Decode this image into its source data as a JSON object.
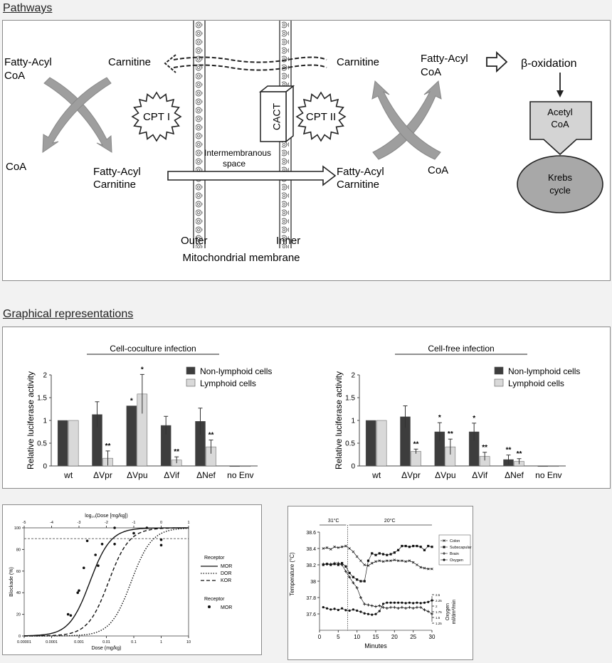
{
  "sections": {
    "pathways_title": "Pathways",
    "graphical_title": "Graphical representations"
  },
  "pathway": {
    "fatty_acyl_coa_left": [
      "Fatty-Acyl",
      "CoA"
    ],
    "coa_left": "CoA",
    "carnitine_left": "Carnitine",
    "carnitine_right": "Carnitine",
    "cpt1": "CPT I",
    "cpt2": "CPT II",
    "cact": "CACT",
    "fatty_acyl_carnitine_left": [
      "Fatty-Acyl",
      "Carnitine"
    ],
    "fatty_acyl_carnitine_right": [
      "Fatty-Acyl",
      "Carnitine"
    ],
    "intermembranous": [
      "Intermembranous",
      "space"
    ],
    "fatty_acyl_coa_right": [
      "Fatty-Acyl",
      "CoA"
    ],
    "coa_right": "CoA",
    "beta_oxidation": "β-oxidation",
    "acetyl_coa": [
      "Acetyl",
      "CoA"
    ],
    "krebs": [
      "Krebs",
      "cycle"
    ],
    "outer": "Outer",
    "inner": "Inner",
    "membrane_label": "Mitochondrial membrane"
  },
  "chart_data": [
    {
      "type": "bar",
      "title": "Cell-coculture infection",
      "ylabel": "Relative luciferase activity",
      "ylim": [
        0,
        2
      ],
      "yticks": [
        "0",
        "0.5",
        "1",
        "1.5",
        "2"
      ],
      "categories": [
        "wt",
        "ΔVpr",
        "ΔVpu",
        "ΔVif",
        "ΔNef",
        "no Env"
      ],
      "series": [
        {
          "name": "Non-lymphoid cells",
          "color": "#3d3d3d",
          "values": [
            1.0,
            1.13,
            1.32,
            0.89,
            0.98,
            0.0
          ],
          "errors": [
            0,
            0.28,
            0,
            0.2,
            0.29,
            0
          ],
          "marks": [
            "",
            "",
            "*",
            "",
            "",
            ""
          ]
        },
        {
          "name": "Lymphoid cells",
          "color": "#d9d9d9",
          "values": [
            1.0,
            0.17,
            1.58,
            0.13,
            0.42,
            0.0
          ],
          "errors": [
            0,
            0.16,
            0.43,
            0.07,
            0.15,
            0
          ],
          "marks": [
            "",
            "**",
            "*",
            "**",
            "**",
            ""
          ]
        }
      ]
    },
    {
      "type": "bar",
      "title": "Cell-free infection",
      "ylabel": "Relative luciferase activity",
      "ylim": [
        0,
        2
      ],
      "yticks": [
        "0",
        "0.5",
        "1",
        "1.5",
        "2"
      ],
      "categories": [
        "wt",
        "ΔVpr",
        "ΔVpu",
        "ΔVif",
        "ΔNef",
        "no Env"
      ],
      "series": [
        {
          "name": "Non-lymphoid cells",
          "color": "#3d3d3d",
          "values": [
            1.0,
            1.08,
            0.75,
            0.75,
            0.14,
            0.0
          ],
          "errors": [
            0,
            0.24,
            0.2,
            0.19,
            0.1,
            0
          ],
          "marks": [
            "",
            "",
            "*",
            "*",
            "**",
            ""
          ]
        },
        {
          "name": "Lymphoid cells",
          "color": "#d9d9d9",
          "values": [
            1.0,
            0.32,
            0.42,
            0.21,
            0.1,
            0.0
          ],
          "errors": [
            0,
            0.05,
            0.17,
            0.09,
            0.06,
            0
          ],
          "marks": [
            "",
            "**",
            "**",
            "**",
            "**",
            ""
          ]
        }
      ]
    },
    {
      "type": "line",
      "xlabel": "Dose (mg/kg)",
      "xlabel_top": "log₁₀(Dose [mg/kg])",
      "ylabel": "Blockade (%)",
      "xscale": "log",
      "xlim": [
        1e-05,
        10
      ],
      "ylim": [
        0,
        100
      ],
      "xticks": [
        "0.00001",
        "0.0001",
        "0.001",
        "0.01",
        "0.1",
        "1",
        "10"
      ],
      "xticks_top": [
        "-5",
        "-4",
        "-3",
        "-2",
        "-1",
        "0",
        "1"
      ],
      "yticks": [
        "0",
        "20",
        "40",
        "60",
        "80",
        "100"
      ],
      "reference_line": 90,
      "legend_title": "Receptor",
      "series": [
        {
          "name": "MOR",
          "style": "solid",
          "ed50": 0.0025,
          "hill": 1.15
        },
        {
          "name": "DOR",
          "style": "dotted",
          "ed50": 0.08,
          "hill": 1.15
        },
        {
          "name": "KOR",
          "style": "dashed",
          "ed50": 0.012,
          "hill": 1.15
        }
      ],
      "scatter_legend_title": "Receptor",
      "scatter": {
        "name": "MOR",
        "x": [
          0.0004,
          0.0005,
          0.0009,
          0.001,
          0.0015,
          0.002,
          0.004,
          0.005,
          0.007,
          0.02,
          0.02,
          0.1,
          0.3,
          1,
          1
        ],
        "y": [
          20,
          19,
          40,
          42,
          63,
          88,
          75,
          65,
          85,
          100,
          85,
          95,
          100,
          89,
          84
        ]
      }
    },
    {
      "type": "line",
      "xlabel": "Minutes",
      "ylabel": "Temperature (°C)",
      "ylabel_right": [
        "Oxygen",
        "ml/dm²/min"
      ],
      "xlim": [
        0,
        30
      ],
      "ylim": [
        37.4,
        38.6
      ],
      "xticks": [
        "0",
        "5",
        "10",
        "15",
        "20",
        "25",
        "30"
      ],
      "yticks": [
        "37.6",
        "37.8",
        "38",
        "38.2",
        "38.4",
        "38.6"
      ],
      "yticks_right": [
        "1.25",
        "1.5",
        "1.75",
        "2",
        "2.25",
        "2.5"
      ],
      "phases": [
        "31°C",
        "20°C"
      ],
      "phase_change": 7.5,
      "series": [
        {
          "name": "Colon",
          "x": [
            1,
            2,
            3,
            4,
            5,
            6,
            7,
            8,
            9,
            10,
            11,
            12,
            13,
            14,
            15,
            16,
            17,
            18,
            19,
            20,
            21,
            22,
            23,
            24,
            25,
            26,
            27,
            28,
            29,
            30
          ],
          "y": [
            38.4,
            38.41,
            38.39,
            38.42,
            38.41,
            38.42,
            38.43,
            38.4,
            38.36,
            38.3,
            38.25,
            38.2,
            38.19,
            38.22,
            38.24,
            38.25,
            38.24,
            38.25,
            38.25,
            38.26,
            38.25,
            38.25,
            38.24,
            38.25,
            38.23,
            38.2,
            38.17,
            38.16,
            38.15,
            38.15
          ]
        },
        {
          "name": "Subscapular",
          "x": [
            1,
            2,
            3,
            4,
            5,
            6,
            7,
            8,
            9,
            10,
            11,
            12,
            13,
            14,
            15,
            16,
            17,
            18,
            19,
            20,
            21,
            22,
            23,
            24,
            25,
            26,
            27,
            28,
            29,
            30
          ],
          "y": [
            38.2,
            38.21,
            38.2,
            38.21,
            38.2,
            38.22,
            38.18,
            38.1,
            38.05,
            38.02,
            38.0,
            38.0,
            38.25,
            38.34,
            38.32,
            38.34,
            38.33,
            38.32,
            38.33,
            38.35,
            38.38,
            38.43,
            38.43,
            38.42,
            38.43,
            38.43,
            38.42,
            38.38,
            38.43,
            38.42
          ]
        },
        {
          "name": "Brain",
          "x": [
            1,
            2,
            3,
            4,
            5,
            6,
            7,
            8,
            9,
            10,
            11,
            12,
            13,
            14,
            15,
            16,
            17,
            18,
            19,
            20,
            21,
            22,
            23,
            24,
            25,
            26,
            27,
            28,
            29,
            30
          ],
          "y": [
            38.21,
            38.21,
            38.21,
            38.22,
            38.22,
            38.2,
            38.12,
            38.05,
            37.98,
            37.92,
            37.8,
            37.72,
            37.71,
            37.7,
            37.69,
            37.7,
            37.68,
            37.67,
            37.68,
            37.68,
            37.67,
            37.68,
            37.67,
            37.68,
            37.67,
            37.68,
            37.68,
            37.65,
            37.63,
            37.6
          ]
        }
      ],
      "oxygen": {
        "name": "Oxygen",
        "ylim": [
          1.25,
          2.5
        ],
        "x": [
          1,
          2,
          3,
          4,
          5,
          6,
          7,
          8,
          9,
          10,
          11,
          12,
          13,
          14,
          15,
          16,
          17,
          18,
          19,
          20,
          21,
          22,
          23,
          24,
          25,
          26,
          27,
          28,
          29,
          30
        ],
        "y": [
          1.95,
          1.9,
          1.85,
          1.88,
          1.83,
          1.9,
          1.82,
          1.8,
          1.85,
          1.8,
          1.75,
          1.68,
          1.65,
          1.62,
          1.65,
          1.78,
          2.1,
          2.15,
          2.15,
          2.15,
          2.15,
          2.15,
          2.13,
          2.15,
          2.13,
          2.15,
          2.13,
          2.15,
          2.18,
          2.25
        ]
      }
    }
  ]
}
